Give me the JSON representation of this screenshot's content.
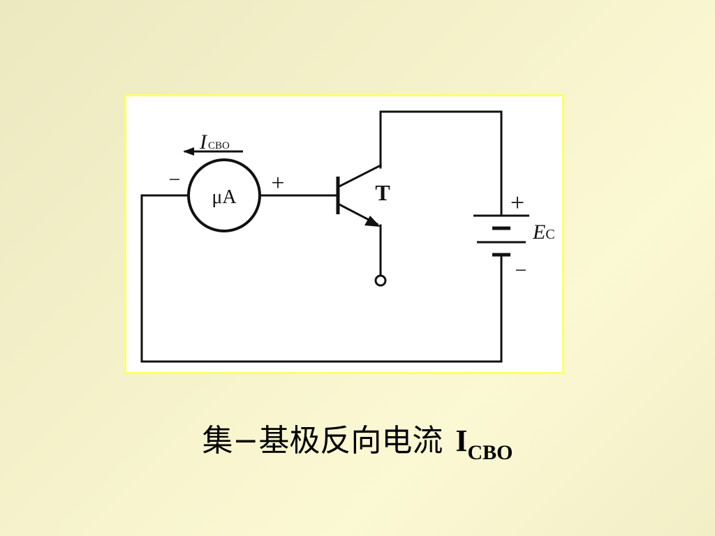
{
  "diagram": {
    "ammeter_label": "μA",
    "current_label_main": "I",
    "current_label_sub": "CBO",
    "ammeter_minus": "−",
    "ammeter_plus": "+",
    "transistor_label": "T",
    "battery_label_main": "E",
    "battery_label_sub": "C",
    "battery_plus": "+",
    "battery_minus": "−",
    "battery_inner_minus": "−"
  },
  "caption": {
    "text": "集−基极反向电流",
    "symbol": "I",
    "symbol_sub": "CBO"
  }
}
